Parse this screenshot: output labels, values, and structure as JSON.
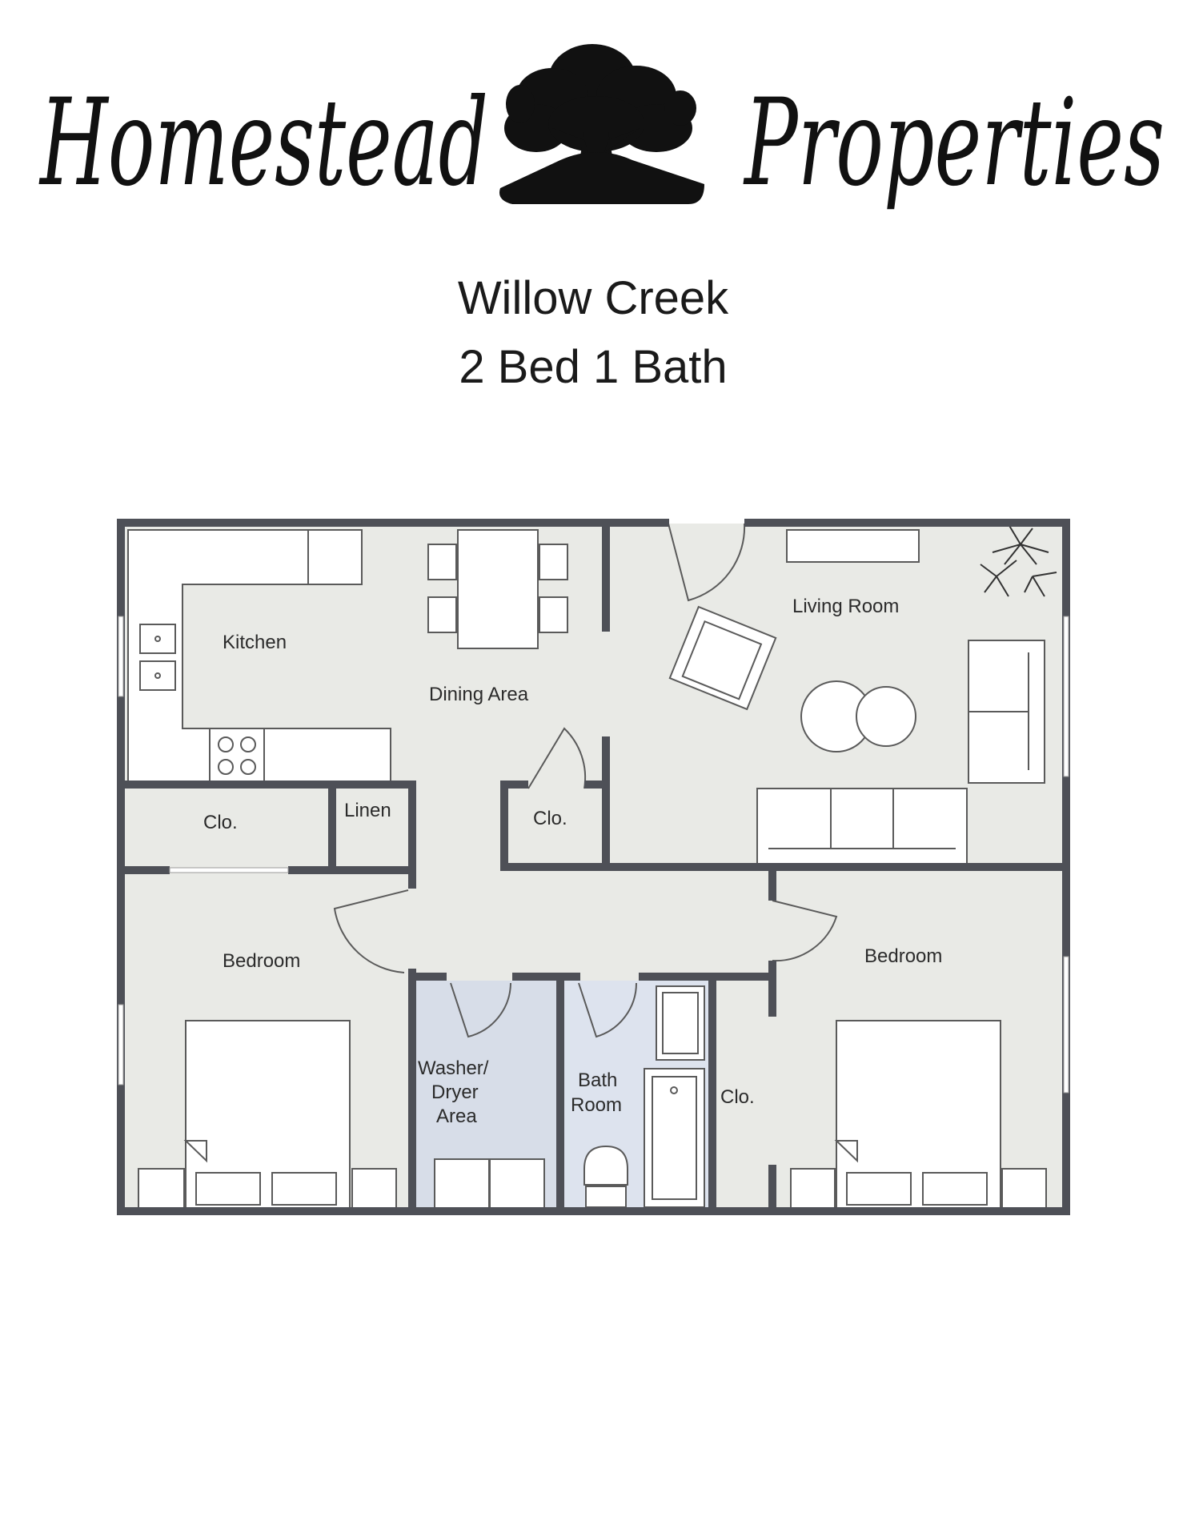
{
  "brand": {
    "name_left": "Homestead",
    "name_right": "Properties",
    "logo_icon": "oak-tree-icon"
  },
  "listing": {
    "title": "Willow Creek",
    "subtitle": "2 Bed 1 Bath"
  },
  "floorplan": {
    "rooms": {
      "kitchen": "Kitchen",
      "dining": "Dining Area",
      "living": "Living Room",
      "closet_kitchen": "Clo.",
      "linen": "Linen",
      "closet_hall": "Clo.",
      "bedroom_left": "Bedroom",
      "bedroom_right": "Bedroom",
      "laundry": [
        "Washer/",
        "Dryer",
        "Area"
      ],
      "bath": [
        "Bath",
        "Room"
      ],
      "closet_bath": "Clo."
    }
  },
  "colors": {
    "wall": "#4e5057",
    "floor": "#e9eae6",
    "laundry_floor": "#d7dde8",
    "bath_floor": "#dde3ee",
    "furniture": "#ffffff",
    "outline": "#5a5a5a",
    "text": "#1a1a1a"
  }
}
